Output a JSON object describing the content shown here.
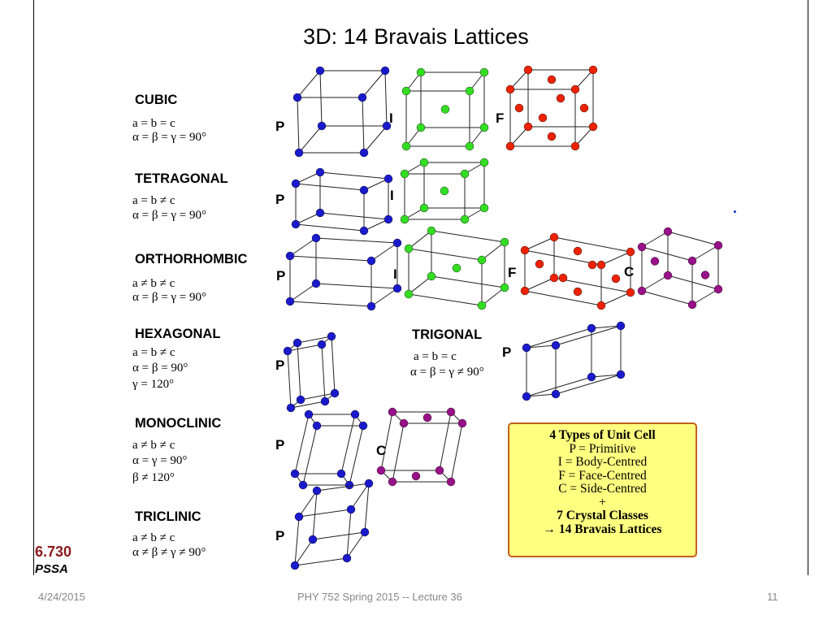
{
  "slide": {
    "title": "3D: 14 Bravais Lattices",
    "systems": [
      {
        "name": "CUBIC",
        "rel1": "a = b = c",
        "rel2": "α = β = γ = 90°",
        "rel3": ""
      },
      {
        "name": "TETRAGONAL",
        "rel1": "a = b ≠ c",
        "rel2": "α = β = γ = 90°",
        "rel3": ""
      },
      {
        "name": "ORTHORHOMBIC",
        "rel1": "a ≠ b ≠ c",
        "rel2": "α = β = γ = 90°",
        "rel3": ""
      },
      {
        "name": "HEXAGONAL",
        "rel1": "a = b ≠ c",
        "rel2": "α = β = 90°",
        "rel3": "γ = 120°"
      },
      {
        "name": "MONOCLINIC",
        "rel1": "a ≠ b ≠ c",
        "rel2": "α = γ = 90°",
        "rel3": "β ≠ 120°"
      },
      {
        "name": "TRICLINIC",
        "rel1": "a ≠ b ≠ c",
        "rel2": "α ≠ β ≠ γ ≠ 90°",
        "rel3": ""
      }
    ],
    "trigonal": {
      "name": "TRIGONAL",
      "rel1": "a = b = c",
      "rel2": "α = β = γ ≠ 90°"
    },
    "labels": {
      "P": "P",
      "I": "I",
      "F": "F",
      "C": "C"
    },
    "info_box": {
      "line1": "4 Types of Unit Cell",
      "line2": "P = Primitive",
      "line3": "I = Body-Centred",
      "line4": "F = Face-Centred",
      "line5": "C = Side-Centred",
      "line6": "+",
      "line7": "7 Crystal Classes",
      "line8": "→ 14 Bravais Lattices"
    },
    "logo": {
      "number": "6.730",
      "text": "PSSA"
    },
    "footer": {
      "date": "4/24/2015",
      "course": "PHY 752  Spring 2015 -- Lecture 36",
      "page": "11"
    },
    "colors": {
      "primitive": "#1a1acc",
      "body": "#33dd22",
      "face": "#ee2200",
      "side": "#991188",
      "box_bg": "#ffff80",
      "box_border": "#c0621a"
    }
  }
}
